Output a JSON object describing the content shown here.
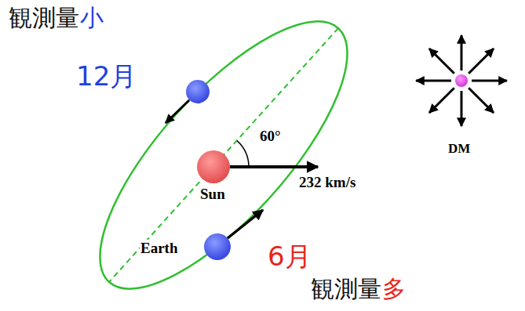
{
  "diagram": {
    "labels": [
      "観測量",
      "小",
      "12月",
      "60°",
      "232 km/s",
      "Sun",
      "Earth",
      "6月",
      "観測量",
      "多",
      "DM"
    ]
  }
}
